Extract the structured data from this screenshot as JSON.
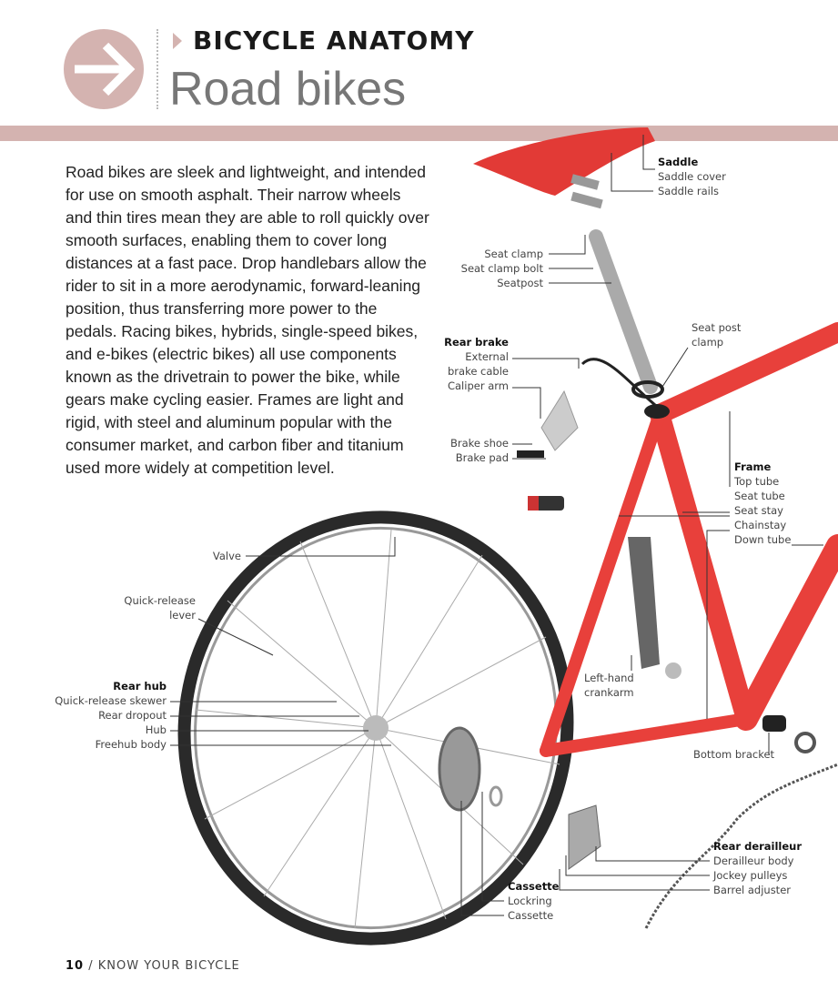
{
  "header": {
    "kicker": "BICYCLE ANATOMY",
    "title": "Road bikes"
  },
  "intro": "Road bikes are sleek and lightweight, and intended for use on smooth asphalt. Their narrow wheels and thin tires mean they are able to roll quickly over smooth surfaces, enabling them to cover long distances at a fast pace. Drop handlebars allow the rider to sit in a more aerodynamic, forward-leaning position, thus transferring more power to the pedals. Racing bikes, hybrids, single-speed bikes, and e-bikes (electric bikes) all use components known as the drivetrain to power the bike, while gears make cycling easier. Frames are light and rigid, with steel and aluminum popular with the consumer market, and carbon fiber and titanium used more widely at competition level.",
  "labels": {
    "saddle": {
      "title": "Saddle",
      "items": [
        "Saddle cover",
        "Saddle rails"
      ]
    },
    "seat": [
      "Seat clamp",
      "Seat clamp bolt",
      "Seatpost"
    ],
    "seat_post_clamp": [
      "Seat post",
      "clamp"
    ],
    "rear_brake": {
      "title": "Rear brake",
      "items": [
        "External",
        "brake cable",
        "Caliper arm"
      ],
      "lower": [
        "Brake shoe",
        "Brake pad"
      ]
    },
    "frame": {
      "title": "Frame",
      "items": [
        "Top tube",
        "Seat tube",
        "Seat stay",
        "Chainstay",
        "Down tube"
      ]
    },
    "valve": "Valve",
    "qr_lever": [
      "Quick-release",
      "lever"
    ],
    "rear_hub": {
      "title": "Rear hub",
      "items": [
        "Quick-release skewer",
        "Rear dropout",
        "Hub",
        "Freehub body"
      ]
    },
    "crankarm": [
      "Left-hand",
      "crankarm"
    ],
    "bottom_bracket": "Bottom bracket",
    "rear_derailleur": {
      "title": "Rear derailleur",
      "items": [
        "Derailleur body",
        "Jockey pulleys",
        "Barrel adjuster"
      ]
    },
    "cassette": {
      "title": "Cassette",
      "items": [
        "Lockring",
        "Cassette"
      ]
    }
  },
  "footer": {
    "page": "10",
    "section": "KNOW YOUR BICYCLE"
  },
  "colors": {
    "accent": "#d4b3b0",
    "frame": "#e8403b"
  }
}
